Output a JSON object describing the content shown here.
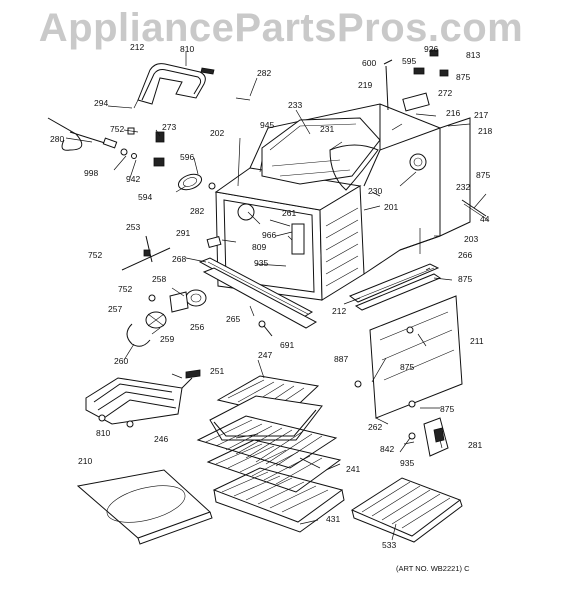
{
  "watermark": "AppliancePartsPros.com",
  "art_number": "(ART NO. WB2221) C",
  "callouts": [
    {
      "id": "c810a",
      "text": "810"
    },
    {
      "id": "c282a",
      "text": "282"
    },
    {
      "id": "c926",
      "text": "926"
    },
    {
      "id": "c813",
      "text": "813"
    },
    {
      "id": "c600",
      "text": "600"
    },
    {
      "id": "c595",
      "text": "595"
    },
    {
      "id": "c875a",
      "text": "875"
    },
    {
      "id": "c219",
      "text": "219"
    },
    {
      "id": "c272",
      "text": "272"
    },
    {
      "id": "c294",
      "text": "294"
    },
    {
      "id": "c233",
      "text": "233"
    },
    {
      "id": "c216",
      "text": "216"
    },
    {
      "id": "c217",
      "text": "217"
    },
    {
      "id": "c752a",
      "text": "752"
    },
    {
      "id": "c273",
      "text": "273"
    },
    {
      "id": "c945",
      "text": "945"
    },
    {
      "id": "c231",
      "text": "231"
    },
    {
      "id": "c218",
      "text": "218"
    },
    {
      "id": "c280",
      "text": "280"
    },
    {
      "id": "c202",
      "text": "202"
    },
    {
      "id": "c875b",
      "text": "875"
    },
    {
      "id": "c596",
      "text": "596"
    },
    {
      "id": "c998",
      "text": "998"
    },
    {
      "id": "c942",
      "text": "942"
    },
    {
      "id": "c230",
      "text": "230"
    },
    {
      "id": "c232",
      "text": "232"
    },
    {
      "id": "c594",
      "text": "594"
    },
    {
      "id": "c201",
      "text": "201"
    },
    {
      "id": "c44",
      "text": "44"
    },
    {
      "id": "c282b",
      "text": "282"
    },
    {
      "id": "c261",
      "text": "261"
    },
    {
      "id": "c253",
      "text": "253"
    },
    {
      "id": "c291",
      "text": "291"
    },
    {
      "id": "c966",
      "text": "966"
    },
    {
      "id": "c203",
      "text": "203"
    },
    {
      "id": "c809",
      "text": "809"
    },
    {
      "id": "c752b",
      "text": "752"
    },
    {
      "id": "c268",
      "text": "268"
    },
    {
      "id": "c935a",
      "text": "935"
    },
    {
      "id": "c266",
      "text": "266"
    },
    {
      "id": "c875c",
      "text": "875"
    },
    {
      "id": "c258",
      "text": "258"
    },
    {
      "id": "c752c",
      "text": "752"
    },
    {
      "id": "c257",
      "text": "257"
    },
    {
      "id": "c256",
      "text": "256"
    },
    {
      "id": "c265",
      "text": "265"
    },
    {
      "id": "c212",
      "text": "212"
    },
    {
      "id": "c691",
      "text": "691"
    },
    {
      "id": "c259",
      "text": "259"
    },
    {
      "id": "c211",
      "text": "211"
    },
    {
      "id": "c887",
      "text": "887"
    },
    {
      "id": "c260",
      "text": "260"
    },
    {
      "id": "c247",
      "text": "247"
    },
    {
      "id": "c875d",
      "text": "875"
    },
    {
      "id": "c251",
      "text": "251"
    },
    {
      "id": "c875e",
      "text": "875"
    },
    {
      "id": "c262",
      "text": "262"
    },
    {
      "id": "c810b",
      "text": "810"
    },
    {
      "id": "c842",
      "text": "842"
    },
    {
      "id": "c281",
      "text": "281"
    },
    {
      "id": "c246",
      "text": "246"
    },
    {
      "id": "c935b",
      "text": "935"
    },
    {
      "id": "c241",
      "text": "241"
    },
    {
      "id": "c210",
      "text": "210"
    },
    {
      "id": "c431",
      "text": "431"
    },
    {
      "id": "c533",
      "text": "533"
    }
  ]
}
